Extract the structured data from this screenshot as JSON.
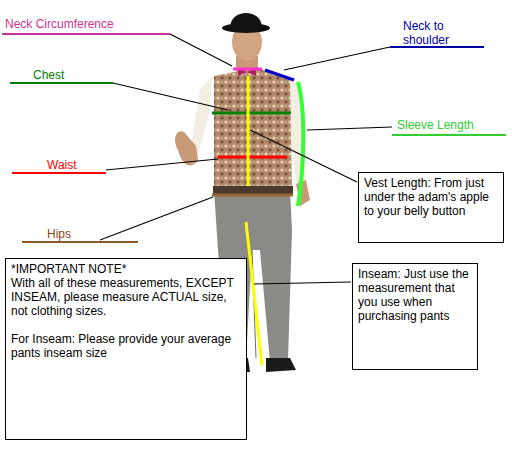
{
  "diagram": {
    "nodes": [
      {
        "text": [
          "Vest Length: From just under the adam's apple to your belly button"
        ]
      },
      {
        "text": [
          "*IMPORTANT NOTE*",
          "With all of these measurements, EXCEPT INSEAM, please measure ACTUAL size, not clothing sizes.",
          "For Inseam: Please provide your average pants inseam size"
        ]
      },
      {
        "text": [
          "Inseam: Just use the measurement that you use when purchasing pants"
        ]
      }
    ],
    "labels": [
      "Neck Circumference",
      "Neck to shoulder",
      "Chest",
      "Sleeve Length",
      "Waist",
      "Hips"
    ]
  }
}
